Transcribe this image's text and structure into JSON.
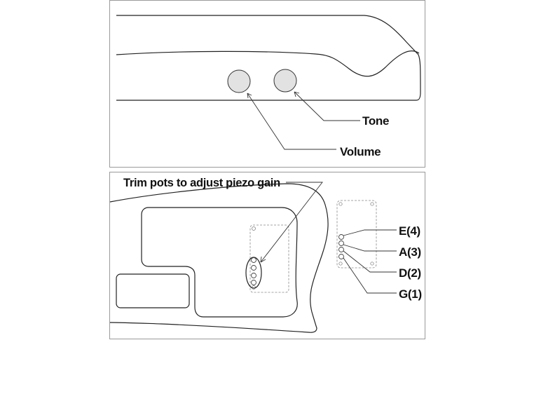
{
  "upper_panel": {
    "labels": {
      "tone": "Tone",
      "volume": "Volume"
    }
  },
  "lower_panel": {
    "labels": {
      "trim_pots": "Trim pots to adjust piezo gain",
      "strings": [
        "E(4)",
        "A(3)",
        "D(2)",
        "G(1)"
      ]
    }
  },
  "colors": {
    "knob_fill": "#e2e2e2",
    "outline": "#222222",
    "frame": "#9a9a9a"
  }
}
